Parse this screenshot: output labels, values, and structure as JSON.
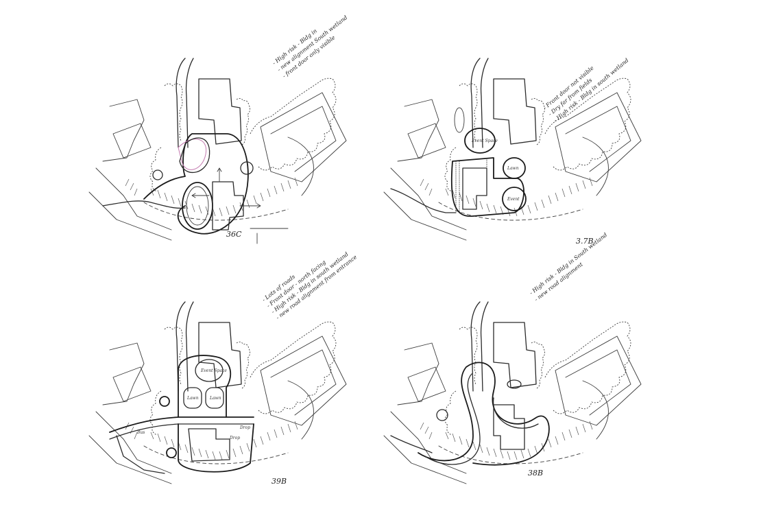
{
  "sketches": [
    {
      "id": "36c",
      "label": "36C",
      "notes": [
        "- High risk - Bldg in",
        "- new alignment South wetland",
        "- front door only visible"
      ]
    },
    {
      "id": "37b",
      "label": "3.7B",
      "notes": [
        "- Front door not visible",
        "- Dry far from fields",
        "- High risk - Bldg in south wetland"
      ],
      "pad_labels": [
        "Event Space",
        "Lawn",
        "Event"
      ]
    },
    {
      "id": "39b",
      "label": "39B",
      "notes": [
        "- Lots of roads",
        "- Front door - north facing",
        "- High risk - Bldg in south wetland",
        "- new road alignment from entrance"
      ],
      "pad_labels": [
        "Event Space",
        "Lawn",
        "Lawn",
        "Drop",
        "Bus",
        "Drop"
      ]
    },
    {
      "id": "38b",
      "label": "38B",
      "notes": [
        "- High risk - Bldg in South wetland",
        "- new road alignment"
      ]
    }
  ]
}
